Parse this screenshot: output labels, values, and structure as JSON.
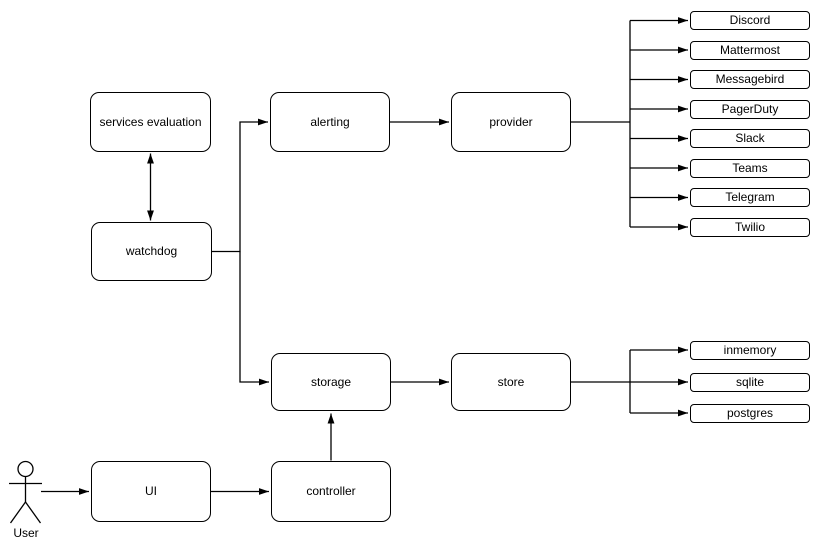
{
  "diagram": {
    "colors": {
      "background": "#ffffff",
      "stroke": "#000000",
      "node_fill": "#ffffff"
    },
    "nodes": {
      "services_evaluation": "services evaluation",
      "watchdog": "watchdog",
      "alerting": "alerting",
      "provider": "provider",
      "storage": "storage",
      "store": "store",
      "ui": "UI",
      "controller": "controller"
    },
    "provider_types": [
      "Discord",
      "Mattermost",
      "Messagebird",
      "PagerDuty",
      "Slack",
      "Teams",
      "Telegram",
      "Twilio"
    ],
    "store_types": [
      "inmemory",
      "sqlite",
      "postgres"
    ],
    "actor_label": "User"
  }
}
